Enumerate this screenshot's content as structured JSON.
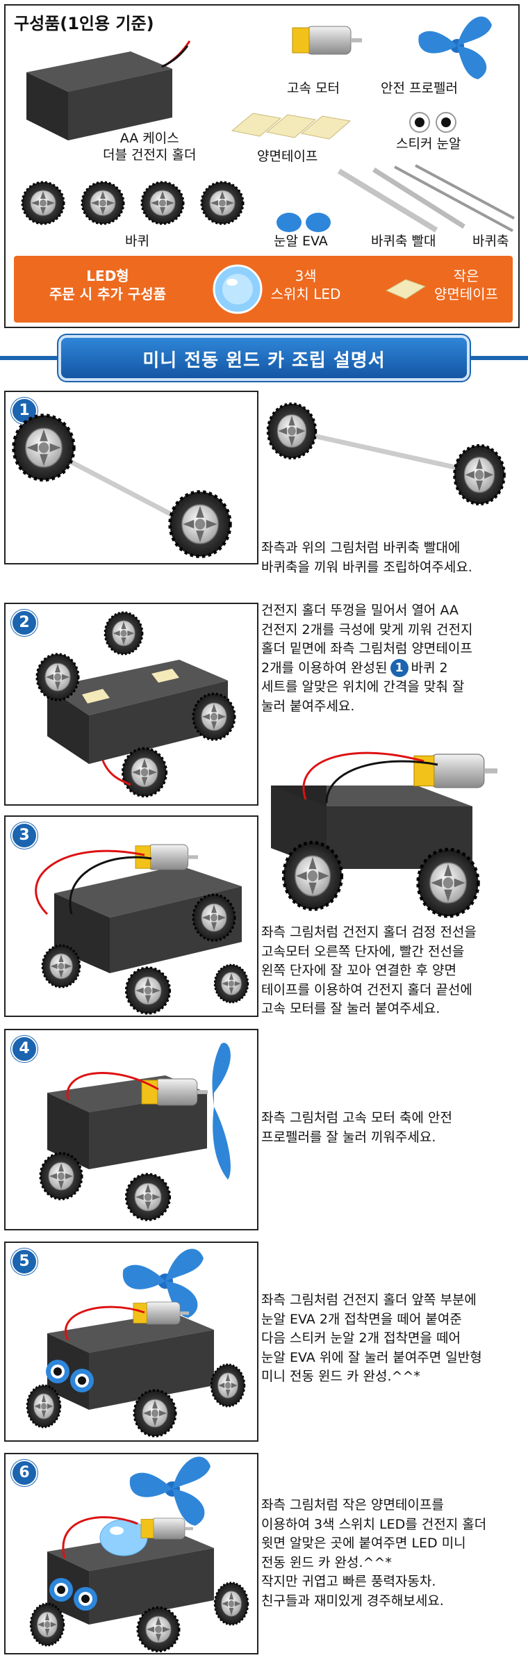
{
  "parts": {
    "title": "구성품(1인용 기준)",
    "battery_holder_line1": "AA 케이스",
    "battery_holder_line2": "더블 건전지 홀더",
    "motor": "고속 모터",
    "propeller": "안전 프로펠러",
    "tape": "양면테이프",
    "eyes": "스티커 눈알",
    "wheels": "바퀴",
    "eva": "눈알 EVA",
    "straw": "바퀴축 빨대",
    "axle": "바퀴축"
  },
  "led_bar": {
    "left_line1": "LED형",
    "left_line2": "주문 시 추가 구성품",
    "mid_line1": "3색",
    "mid_line2": "스위치 LED",
    "right_line1": "작은",
    "right_line2": "양면테이프"
  },
  "banner": "미니 전동 윈드 카 조립 설명서",
  "steps": [
    {
      "num": "1",
      "lines": [
        "좌측과 위의 그림처럼 바퀴축 빨대에",
        "바퀴축을 끼워 바퀴를 조립하여주세요."
      ]
    },
    {
      "num": "2",
      "lines": [
        "건전지 홀더 뚜껑을 밀어서 열어 AA",
        "건전지 2개를 극성에 맞게 끼워 건전지",
        "홀더 밑면에 좌측 그림처럼 양면테이프"
      ],
      "line4_pre": "2개를 이용하여 완성된",
      "ref_num": "1",
      "line4_post": "바퀴 2",
      "lines_after": [
        "세트를 알맞은 위치에 간격을 맞춰 잘",
        "눌러 붙여주세요."
      ]
    },
    {
      "num": "3",
      "lines": [
        "좌측 그림처럼 건전지 홀더 검정 전선을",
        "고속모터 오른쪽 단자에, 빨간 전선을",
        "왼쪽 단자에 잘 꼬아 연결한 후 양면",
        "테이프를 이용하여 건전지 홀더 끝선에",
        "고속 모터를 잘 눌러 붙여주세요."
      ]
    },
    {
      "num": "4",
      "lines": [
        "좌측 그림처럼 고속 모터 축에 안전",
        "프로펠러를 잘 눌러 끼워주세요."
      ]
    },
    {
      "num": "5",
      "lines": [
        "좌측 그림처럼 건전지 홀더 앞쪽 부분에",
        "눈알 EVA 2개 접착면을 떼어 붙여준",
        "다음 스티커 눈알 2개 접착면을 떼어",
        "눈알 EVA 위에 잘 눌러 붙여주면 일반형",
        "미니 전동 윈드 카 완성.^^*"
      ]
    },
    {
      "num": "6",
      "lines": [
        "좌측 그림처럼 작은 양면테이프를",
        "이용하여 3색 스위치 LED를 건전지 홀더",
        "윗면 알맞은 곳에 붙여주면 LED 미니",
        "전동 윈드 카 완성.^^*",
        "작지만 귀엽고 빠른 풍력자동차.",
        "친구들과 재미있게 경주해보세요."
      ]
    }
  ],
  "colors": {
    "accent_blue": "#1b64b0",
    "orange": "#ee6a1f",
    "propeller_blue": "#2f86d8"
  }
}
